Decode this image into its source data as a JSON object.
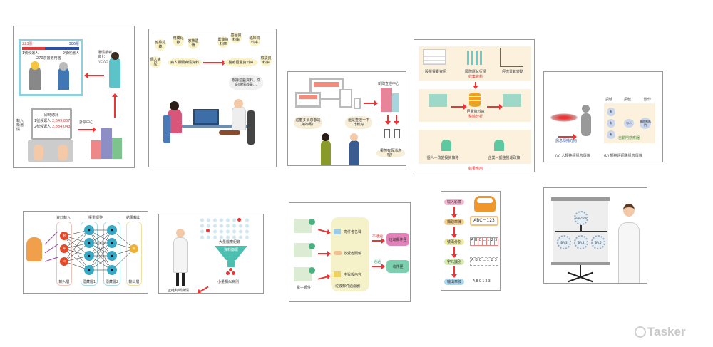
{
  "election": {
    "votes_left": "223票",
    "votes_right": "306票",
    "cand1": "1號候選人",
    "cand2": "2號候選人",
    "threshold": "270票當選門檻",
    "news_label": "選情最新變化",
    "news": "NEWS",
    "input_label": "輸入新選情",
    "screen_title": "即時總計",
    "line1_label": "1號候選人",
    "line1_value": "2,649,857",
    "line2_label": "2號候選人",
    "line2_value": "2,884,043",
    "center": "計票中心"
  },
  "medical": {
    "sources_left": [
      "健檢紀錄",
      "用藥紀錄",
      "家族遺傳",
      "個人病歷"
    ],
    "patient_data": "病人相關病情資料",
    "sources_right": [
      "影像資料庫",
      "基因資料庫",
      "臨床資料庫",
      "檢驗資料庫"
    ],
    "big_db": "醫療巨量資料庫",
    "speech": "根據這些資料，你的病情該是…"
  },
  "news_check": {
    "center": "新聞查證中心",
    "q1": "這麼多消息都是真的嗎？",
    "q2": "還是查證一下比較好",
    "result": "果然有假消息喔！"
  },
  "finance": {
    "items": [
      "股票買賣資訊",
      "國際匯兌行情",
      "經濟景氣變動"
    ],
    "collect": "收集資料",
    "db": "巨量資料庫",
    "analyze": "整體分析",
    "personal": "個人－改變投資策略",
    "company": "企業－調整營運政策",
    "apply": "結果應用"
  },
  "neuron": {
    "col1": "訊號",
    "col2": "訊號",
    "col3": "動作",
    "has": "有",
    "person": "有人",
    "action": "開啟感應門",
    "sensor": "自動門感應器",
    "direction": "訊息傳播方向",
    "cap_a": "(a) 人類神經訊息傳導",
    "cap_b": "(b) 類神經網路訊息傳導"
  },
  "nn": {
    "input_title": "資料輸入",
    "weight_title": "權重調整",
    "output_title": "結果輸出",
    "inputs": [
      "眼",
      "鼻",
      "口"
    ],
    "output": "狗",
    "layers": [
      "輸入層",
      "隱藏層1",
      "隱藏層2",
      "輸出層"
    ]
  },
  "funnel": {
    "records": "大量醫療紀錄",
    "filter": "資料篩選",
    "similar": "小量相似病例",
    "judge": "正確判斷病情"
  },
  "spam": {
    "f1": "寄件者名聲",
    "f2": "收受者關係",
    "f3": "主旨與內容",
    "filter": "垃圾郵件過濾器",
    "email": "電子郵件",
    "fail": "不通過",
    "pass": "通過",
    "spam_box": "垃圾郵件匣",
    "inbox": "收件匣"
  },
  "plate": {
    "steps": [
      "輸入影像",
      "擷取車牌",
      "號碼分割",
      "字元識別",
      "輸出車牌"
    ],
    "plate": "ABC－123",
    "chars": [
      "A",
      "B",
      "C",
      "－",
      "1",
      "2",
      "3"
    ],
    "output": "ABC123"
  },
  "variants": {
    "main": "omicron",
    "subs": [
      "BA.3",
      "BA.4",
      "BA.5"
    ]
  },
  "logo": {
    "text": "Tasker"
  }
}
